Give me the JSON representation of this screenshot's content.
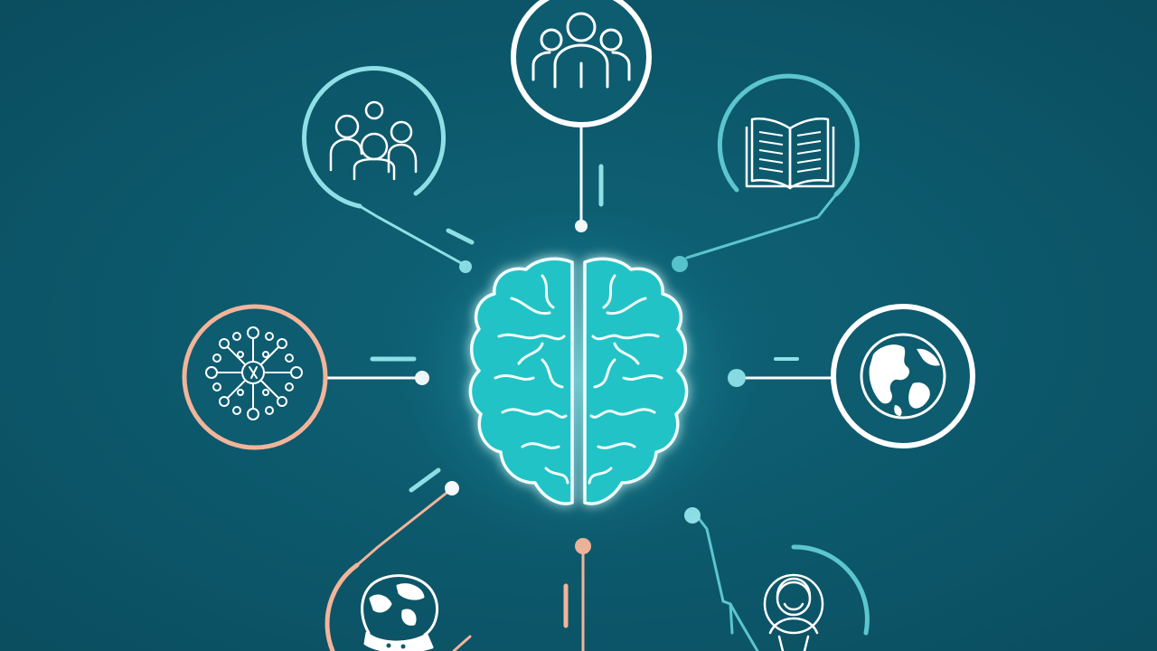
{
  "colors": {
    "background": "#0d5c70",
    "background_edge": "#0a4c5e",
    "brain_fill": "#22c8c8",
    "brain_glow": "#40f0f0",
    "brain_line": "#f2ffff",
    "white": "#ffffff",
    "light_teal": "#8fe0e6",
    "mid_teal": "#5cc6ce",
    "peach": "#f2b49a"
  },
  "nodes": [
    {
      "id": "people-group",
      "icon": "people-group-icon",
      "ring": "white"
    },
    {
      "id": "family",
      "icon": "family-icon",
      "ring": "light_teal"
    },
    {
      "id": "book",
      "icon": "open-book-icon",
      "ring": "mid_teal"
    },
    {
      "id": "network",
      "icon": "network-icon",
      "ring": "peach"
    },
    {
      "id": "globe",
      "icon": "globe-icon",
      "ring": "white"
    },
    {
      "id": "head-globe",
      "icon": "globe-head-icon",
      "ring": "peach"
    },
    {
      "id": "person-portrait",
      "icon": "person-portrait-icon",
      "ring": "mid_teal"
    }
  ]
}
